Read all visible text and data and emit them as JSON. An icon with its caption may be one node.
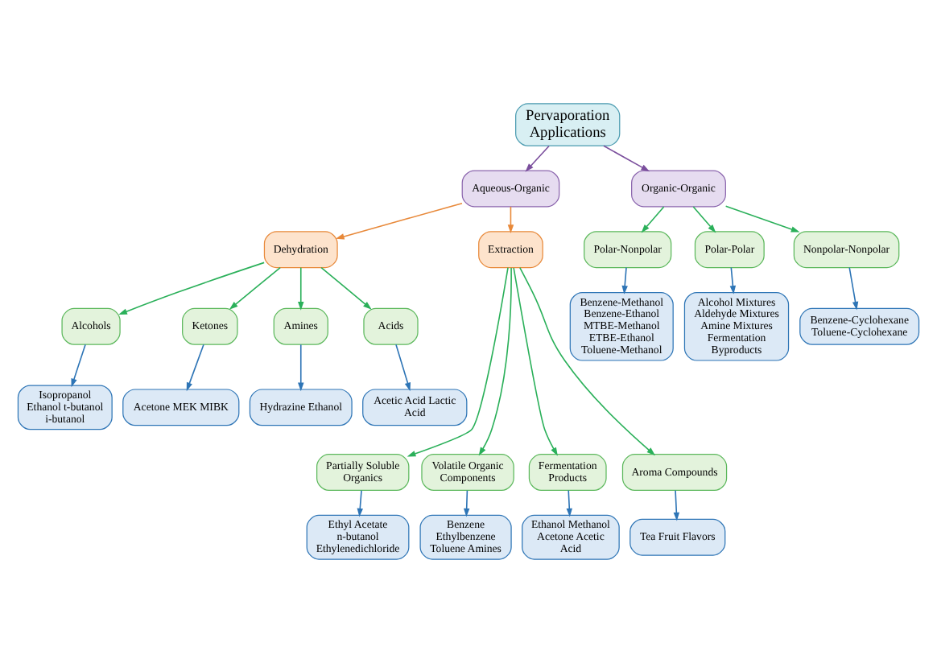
{
  "diagram": {
    "nodes": [
      {
        "text": [
          "Pervaporation Applications"
        ]
      },
      {
        "text": [
          "Aqueous-Organic"
        ]
      },
      {
        "text": [
          "Organic-Organic"
        ]
      },
      {
        "text": [
          "Dehydration"
        ]
      },
      {
        "text": [
          "Extraction"
        ]
      },
      {
        "text": [
          "Alcohols"
        ]
      },
      {
        "text": [
          "Ketones"
        ]
      },
      {
        "text": [
          "Amines"
        ]
      },
      {
        "text": [
          "Acids"
        ]
      },
      {
        "text": [
          "Isopropanol Ethanol t-butanol i-butanol"
        ]
      },
      {
        "text": [
          "Acetone MEK MIBK"
        ]
      },
      {
        "text": [
          "Hydrazine Ethanol"
        ]
      },
      {
        "text": [
          "Acetic Acid Lactic Acid"
        ]
      },
      {
        "text": [
          "Polar-Nonpolar"
        ]
      },
      {
        "text": [
          "Polar-Polar"
        ]
      },
      {
        "text": [
          "Nonpolar-Nonpolar"
        ]
      },
      {
        "text": [
          "Benzene-Methanol Benzene-Ethanol MTBE-Methanol ETBE-Ethanol Toluene-Methanol"
        ]
      },
      {
        "text": [
          "Alcohol Mixtures Aldehyde Mixtures Amine Mixtures Fermentation Byproducts"
        ]
      },
      {
        "text": [
          "Benzene-Cyclohexane Toluene-Cyclohexane"
        ]
      },
      {
        "text": [
          "Partially Soluble Organics"
        ]
      },
      {
        "text": [
          "Volatile Organic Components"
        ]
      },
      {
        "text": [
          "Fermentation Products"
        ]
      },
      {
        "text": [
          "Aroma Compounds"
        ]
      },
      {
        "text": [
          "Ethyl Acetate n-butanol Ethylenedichloride"
        ]
      },
      {
        "text": [
          "Benzene Ethylbenzene Toluene Amines"
        ]
      },
      {
        "text": [
          "Ethanol Methanol Acetone Acetic Acid"
        ]
      },
      {
        "text": [
          "Tea Fruit Flavors"
        ]
      }
    ],
    "edges": [
      {
        "from": 0,
        "to": 1,
        "arrow": "to",
        "color": "#7b4f9d"
      },
      {
        "from": 0,
        "to": 2,
        "arrow": "to",
        "color": "#7b4f9d"
      },
      {
        "from": 1,
        "to": 3,
        "arrow": "to",
        "color": "#e8893a"
      },
      {
        "from": 1,
        "to": 4,
        "arrow": "to",
        "color": "#e8893a"
      },
      {
        "from": 3,
        "to": 5,
        "arrow": "to",
        "color": "#2bb05a"
      },
      {
        "from": 3,
        "to": 6,
        "arrow": "to",
        "color": "#2bb05a"
      },
      {
        "from": 3,
        "to": 7,
        "arrow": "to",
        "color": "#2bb05a"
      },
      {
        "from": 3,
        "to": 8,
        "arrow": "to",
        "color": "#2bb05a"
      },
      {
        "from": 5,
        "to": 9,
        "arrow": "to",
        "color": "#2e75b6"
      },
      {
        "from": 6,
        "to": 10,
        "arrow": "to",
        "color": "#2e75b6"
      },
      {
        "from": 7,
        "to": 11,
        "arrow": "to",
        "color": "#2e75b6"
      },
      {
        "from": 8,
        "to": 12,
        "arrow": "to",
        "color": "#2e75b6"
      },
      {
        "from": 2,
        "to": 13,
        "arrow": "to",
        "color": "#2bb05a"
      },
      {
        "from": 2,
        "to": 14,
        "arrow": "to",
        "color": "#2bb05a"
      },
      {
        "from": 2,
        "to": 15,
        "arrow": "to",
        "color": "#2bb05a"
      },
      {
        "from": 13,
        "to": 16,
        "arrow": "to",
        "color": "#2e75b6"
      },
      {
        "from": 14,
        "to": 17,
        "arrow": "to",
        "color": "#2e75b6"
      },
      {
        "from": 15,
        "to": 18,
        "arrow": "to",
        "color": "#2e75b6"
      },
      {
        "from": 4,
        "to": 19,
        "arrow": "to",
        "color": "#2bb05a"
      },
      {
        "from": 4,
        "to": 20,
        "arrow": "to",
        "color": "#2bb05a"
      },
      {
        "from": 4,
        "to": 21,
        "arrow": "to",
        "color": "#2bb05a"
      },
      {
        "from": 4,
        "to": 22,
        "arrow": "to",
        "color": "#2bb05a"
      },
      {
        "from": 19,
        "to": 23,
        "arrow": "to",
        "color": "#2e75b6"
      },
      {
        "from": 20,
        "to": 24,
        "arrow": "to",
        "color": "#2e75b6"
      },
      {
        "from": 21,
        "to": 25,
        "arrow": "to",
        "color": "#2e75b6"
      },
      {
        "from": 22,
        "to": 26,
        "arrow": "to",
        "color": "#2e75b6"
      }
    ]
  }
}
